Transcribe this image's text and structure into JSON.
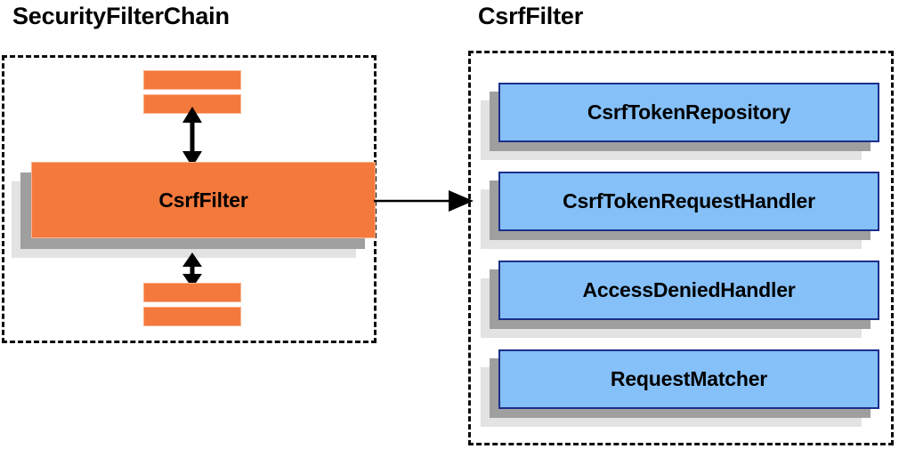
{
  "diagram": {
    "title_left": "SecurityFilterChain",
    "title_right": "CsrfFilter",
    "colors": {
      "orange": "#f4793c",
      "orange_border": "#f9b58d",
      "blue": "#85c0f9",
      "blue_border": "#1c2f8a",
      "shadow_dark": "#9f9f9f",
      "shadow_light": "#e3e3e3",
      "outline": "#0a0a0a",
      "text": "#000000"
    },
    "left_panel": {
      "group_label": "SecurityFilterChain",
      "highlighted_filter": "CsrfFilter",
      "filter_bars": [
        {
          "name": "filter-bar-top-1"
        },
        {
          "name": "filter-bar-top-2"
        },
        {
          "name": "filter-bar-bottom-1"
        },
        {
          "name": "filter-bar-bottom-2"
        }
      ],
      "arrows": [
        {
          "name": "arrow-up-down-above-csrffilter",
          "type": "double-headed-vertical"
        },
        {
          "name": "arrow-up-down-below-csrffilter",
          "type": "double-headed-vertical"
        }
      ]
    },
    "connector": {
      "name": "arrow-securityfilterchain-to-csrffilter",
      "type": "single-headed-horizontal"
    },
    "right_panel": {
      "group_label": "CsrfFilter",
      "collaborators": [
        {
          "label": "CsrfTokenRepository"
        },
        {
          "label": "CsrfTokenRequestHandler"
        },
        {
          "label": "AccessDeniedHandler"
        },
        {
          "label": "RequestMatcher"
        }
      ]
    }
  }
}
